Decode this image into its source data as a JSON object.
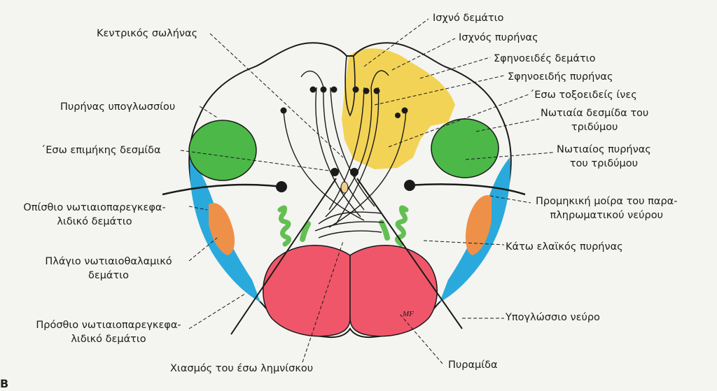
{
  "colors": {
    "background": "#f4f4f1",
    "outline": "#1a1a1a",
    "yellow_tract": "#f2cf45",
    "green_nucleus": "#4cb848",
    "blue_tract": "#2aa9dc",
    "orange_tract": "#ef9048",
    "red_pyramid": "#f0566a",
    "olive_green": "#63bf52"
  },
  "labels": {
    "ischno_dematio": "Ισχνό δεμάτιο",
    "ischnos_pyrinas": "Ισχνός πυρήνας",
    "sfinoeides_dematio": "Σφηνοειδές δεμάτιο",
    "sfinoeidis_pyrinas": "Σφηνοειδής πυρήνας",
    "eso_toxoeideis": "΄Εσω τοξοειδείς ίνες",
    "notiaia_desmida_1": "Νωτιαία δεσμίδα του",
    "notiaia_desmida_2": "τριδύμου",
    "notiaios_pyrinas_1": "Νωτιαίος πυρήνας",
    "notiaios_pyrinas_2": "του τριδύμου",
    "promikiki_1": "Προμηκική μοίρα του παρα-",
    "promikiki_2": "πληρωματικού νεύρου",
    "kato_elaikos": "Κάτω ελαϊκός πυρήνας",
    "ypoglossio_neyro": "Υπογλώσσιο νεύρο",
    "pyramida": "Πυραμίδα",
    "chiasmos": "Χιασμός του έσω λημνίσκου",
    "kentrikos": "Κεντρικός σωλήνας",
    "pyrinas_ypoglossiou": "Πυρήνας υπογλωσσίου",
    "eso_epimikis": "΄Εσω επιμήκης δεσμίδα",
    "opisthio_1": "Οπίσθιο νωτιαιοπαρεγκεφα-",
    "opisthio_2": "λιδικό δεμάτιο",
    "plagio_1": "Πλάγιο νωτιαιοθαλαμικό",
    "plagio_2": "δεμάτιο",
    "prosthio_1": "Πρόσθιο νωτιαιοπαρεγκεφα-",
    "prosthio_2": "λιδικό δεμάτιο",
    "signature": "MF",
    "corner_letter": "B"
  }
}
